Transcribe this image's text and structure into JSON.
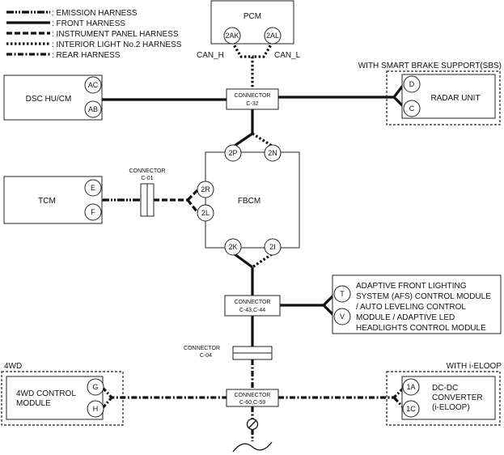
{
  "legend": [
    {
      "label": ": EMISSION HARNESS",
      "style": "w-emi"
    },
    {
      "label": ": FRONT HARNESS",
      "style": "w-front"
    },
    {
      "label": ": INSTRUMENT PANEL HARNESS",
      "style": "w-ip"
    },
    {
      "label": ": INTERIOR LIGHT No.2 HARNESS",
      "style": "w-il"
    },
    {
      "label": ": REAR HARNESS",
      "style": "w-rear"
    }
  ],
  "pcm": {
    "name": "PCM",
    "pin_a": "2AK",
    "pin_b": "2AL",
    "can_h": "CAN_H",
    "can_l": "CAN_L"
  },
  "dsc": {
    "name": "DSC HU/CM",
    "pin_a": "AC",
    "pin_b": "AB"
  },
  "sbs": {
    "caption": "WITH SMART BRAKE SUPPORT(SBS)",
    "name": "RADAR UNIT",
    "pin_a": "D",
    "pin_b": "C"
  },
  "conn_c32": {
    "line1": "CONNECTOR",
    "line2": "C-32"
  },
  "tcm": {
    "name": "TCM",
    "pin_a": "E",
    "pin_b": "F"
  },
  "conn_c01": {
    "line1": "CONNECTOR",
    "line2": "C-01"
  },
  "fbcm": {
    "name": "FBCM",
    "pin_2p": "2P",
    "pin_2n": "2N",
    "pin_2r": "2R",
    "pin_2l": "2L",
    "pin_2k": "2K",
    "pin_2i": "2I"
  },
  "conn_c43": {
    "line1": "CONNECTOR",
    "line2": "C-43,C-44"
  },
  "afs": {
    "pin_a": "T",
    "pin_b": "V",
    "lines": [
      "ADAPTIVE FRONT LIGHTING",
      "SYSTEM (AFS) CONTROL MODULE",
      "/ AUTO LEVELING CONTROL",
      "MODULE / ADAPTIVE LED",
      "HEADLIGHTS CONTROL MODULE"
    ]
  },
  "conn_c04": {
    "line1": "CONNECTOR",
    "line2": "C-04"
  },
  "fourwd": {
    "caption": "4WD",
    "line1": "4WD CONTROL",
    "line2": "MODULE",
    "pin_a": "G",
    "pin_b": "H"
  },
  "conn_c60": {
    "line1": "CONNECTOR",
    "line2": "C-60,C-59"
  },
  "ieloop": {
    "caption": "WITH i-ELOOP",
    "line1": "DC-DC",
    "line2": "CONVERTER",
    "line3": "(i-ELOOP)",
    "pin_a": "1A",
    "pin_b": "1C"
  }
}
